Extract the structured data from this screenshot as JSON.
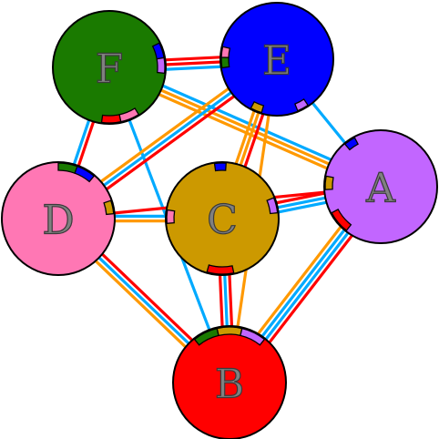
{
  "diagram": {
    "nodes": [
      {
        "id": "A",
        "label": "A",
        "color": "#c266ff"
      },
      {
        "id": "B",
        "label": "B",
        "color": "#ff0000"
      },
      {
        "id": "C",
        "label": "C",
        "color": "#cc9900"
      },
      {
        "id": "D",
        "label": "D",
        "color": "#ff77b4"
      },
      {
        "id": "E",
        "label": "E",
        "color": "#0000ff"
      },
      {
        "id": "F",
        "label": "F",
        "color": "#1a7a00"
      }
    ],
    "edges": [
      {
        "from": "F",
        "to": "E",
        "colors": [
          "#ff0000",
          "#ff0000",
          "#00aaff"
        ]
      },
      {
        "from": "F",
        "to": "D",
        "colors": [
          "#ff0000",
          "#00aaff"
        ]
      },
      {
        "from": "F",
        "to": "A",
        "colors": [
          "#00aaff",
          "#ff9900",
          "#ff9900"
        ]
      },
      {
        "from": "F",
        "to": "B",
        "colors": [
          "#00aaff"
        ]
      },
      {
        "from": "E",
        "to": "A",
        "colors": [
          "#00aaff"
        ]
      },
      {
        "from": "E",
        "to": "C",
        "colors": [
          "#ff0000",
          "#ff9900",
          "#ff9900"
        ]
      },
      {
        "from": "E",
        "to": "D",
        "colors": [
          "#ff0000",
          "#00aaff",
          "#ff9900"
        ]
      },
      {
        "from": "E",
        "to": "B",
        "colors": [
          "#ff9900"
        ]
      },
      {
        "from": "D",
        "to": "C",
        "colors": [
          "#00aaff",
          "#ff9900"
        ]
      },
      {
        "from": "D",
        "to": "A",
        "colors": [
          "#ff0000"
        ]
      },
      {
        "from": "D",
        "to": "B",
        "colors": [
          "#ff0000",
          "#00aaff",
          "#ff9900"
        ]
      },
      {
        "from": "C",
        "to": "A",
        "colors": [
          "#ff0000",
          "#00aaff",
          "#00aaff"
        ]
      },
      {
        "from": "C",
        "to": "B",
        "colors": [
          "#ff0000",
          "#00aaff",
          "#ff0000"
        ]
      },
      {
        "from": "A",
        "to": "B",
        "colors": [
          "#ff0000",
          "#00aaff",
          "#00aaff",
          "#ff9900"
        ]
      }
    ],
    "ports": [
      {
        "node": "F",
        "colors": [
          "#0000ff",
          "#c266ff"
        ]
      },
      {
        "node": "F",
        "colors": [
          "#ff77b4",
          "#ff0000"
        ]
      },
      {
        "node": "E",
        "colors": [
          "#1a7a00",
          "#ff77b4"
        ]
      },
      {
        "node": "E",
        "colors": [
          "#cc9900"
        ]
      },
      {
        "node": "E",
        "colors": [
          "#c266ff"
        ]
      },
      {
        "node": "D",
        "colors": [
          "#1a7a00",
          "#0000ff"
        ]
      },
      {
        "node": "D",
        "colors": [
          "#cc9900"
        ]
      },
      {
        "node": "C",
        "colors": [
          "#0000ff"
        ]
      },
      {
        "node": "C",
        "colors": [
          "#ff77b4"
        ]
      },
      {
        "node": "C",
        "colors": [
          "#c266ff"
        ]
      },
      {
        "node": "C",
        "colors": [
          "#ff0000"
        ]
      },
      {
        "node": "A",
        "colors": [
          "#0000ff"
        ]
      },
      {
        "node": "A",
        "colors": [
          "#cc9900"
        ]
      },
      {
        "node": "A",
        "colors": [
          "#ff0000"
        ]
      },
      {
        "node": "B",
        "colors": [
          "#1a7a00",
          "#cc9900",
          "#c266ff"
        ]
      }
    ]
  }
}
